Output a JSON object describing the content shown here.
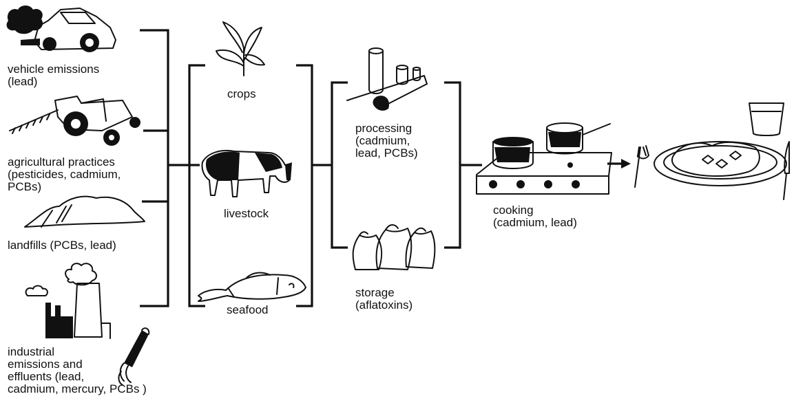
{
  "sources": {
    "vehicle": {
      "line1": "vehicle emissions",
      "line2": "(lead)"
    },
    "agricultural": {
      "line1": "agricultural practices",
      "line2": "(pesticides, cadmium,",
      "line3": "PCBs)"
    },
    "landfills": {
      "line1": "landfills  (PCBs, lead)"
    },
    "industrial": {
      "line1": "industrial",
      "line2": "emissions and",
      "line3": "effluents  (lead,",
      "line4": "cadmium, mercury, PCBs )"
    }
  },
  "foods": {
    "crops": "crops",
    "livestock": "livestock",
    "seafood": "seafood"
  },
  "handling": {
    "processing": {
      "line1": "processing",
      "line2": "(cadmium,",
      "line3": "lead, PCBs)"
    },
    "storage": {
      "line1": "storage",
      "line2": "(aflatoxins)"
    }
  },
  "cooking": {
    "line1": "cooking",
    "line2": "(cadmium, lead)"
  },
  "icons": [
    "car-icon",
    "tractor-icon",
    "landfill-icon",
    "factory-icon",
    "pipe-icon",
    "plant-icon",
    "cow-icon",
    "fish-icon",
    "conveyor-cans-icon",
    "sacks-icon",
    "stove-icon",
    "arrow-icon",
    "fork-icon",
    "plate-icon",
    "glass-icon",
    "knife-icon"
  ]
}
